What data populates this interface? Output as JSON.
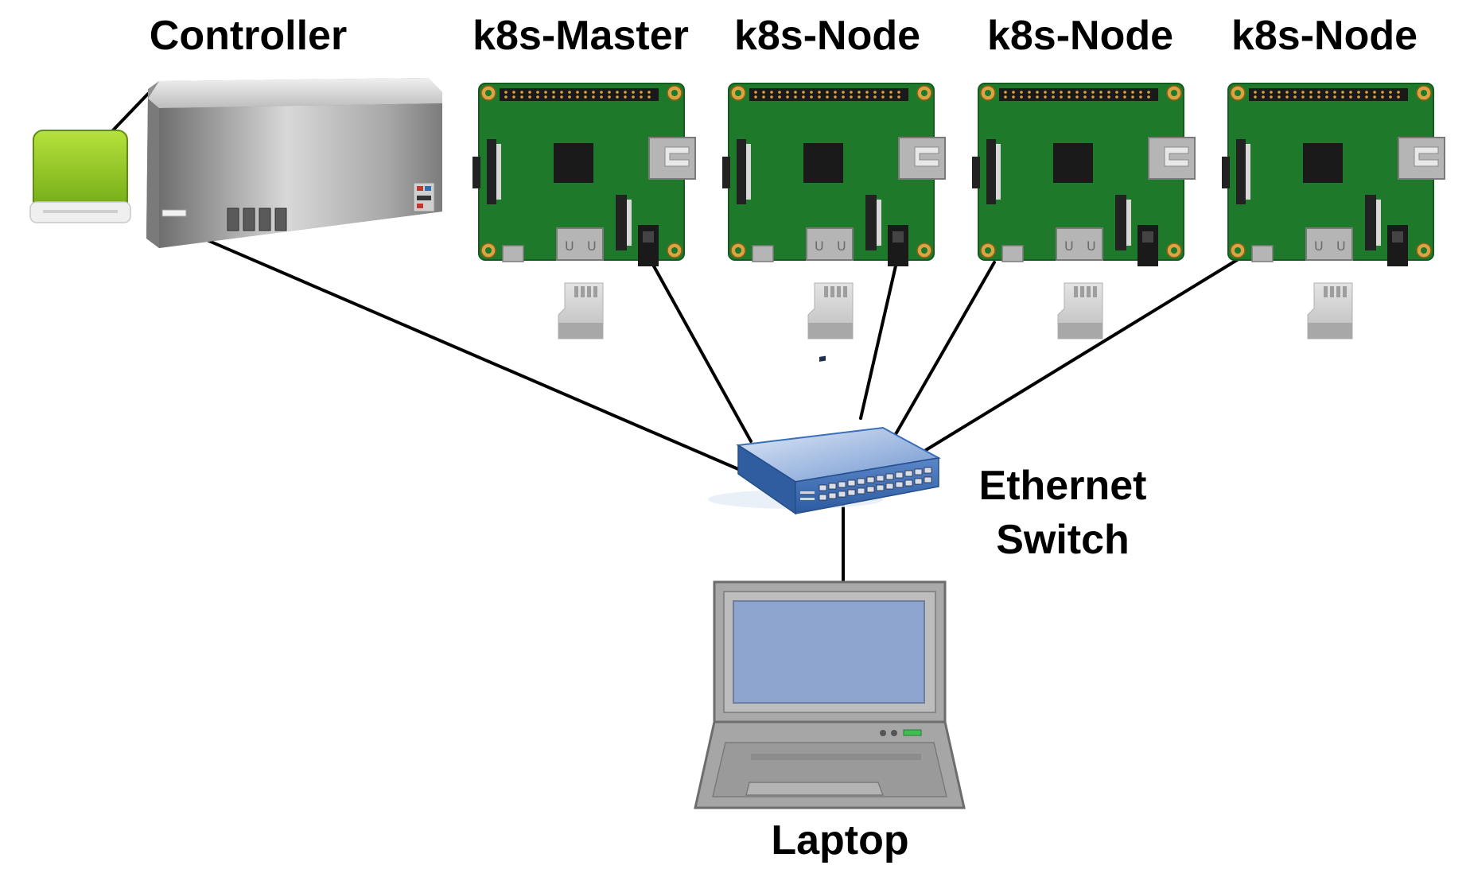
{
  "labels": {
    "controller": "Controller",
    "master": "k8s-Master",
    "node_1": "k8s-Node",
    "node_2": "k8s-Node",
    "node_3": "k8s-Node",
    "switch_line1": "Ethernet",
    "switch_line2": "Switch",
    "laptop": "Laptop"
  },
  "colors": {
    "board_green": "#1e7a2a",
    "board_dark": "#155d1f",
    "drive_green": "#8fc81e",
    "switch_blue": "#3a6fb8",
    "screen_blue": "#8ea6cf",
    "cable": "#000000"
  },
  "icons": {
    "controller": "server-tower-icon",
    "storage": "external-drive-icon",
    "board": "raspberry-pi-board-icon",
    "sd_card": "micro-sd-card-icon",
    "switch": "ethernet-switch-icon",
    "laptop": "laptop-icon"
  }
}
